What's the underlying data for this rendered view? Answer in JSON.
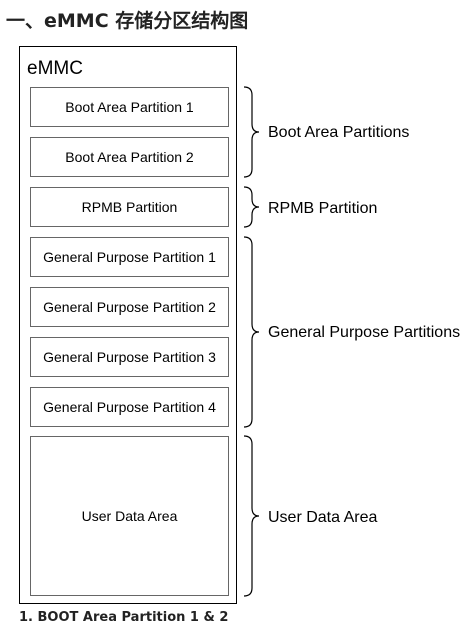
{
  "heading": "一、eMMC 存储分区结构图",
  "diagram": {
    "container_label": "eMMC",
    "partitions": [
      "Boot Area Partition 1",
      "Boot Area Partition 2",
      "RPMB Partition",
      "General Purpose Partition 1",
      "General Purpose Partition 2",
      "General Purpose Partition 3",
      "General Purpose Partition 4",
      "User Data Area"
    ],
    "groups": [
      "Boot Area Partitions",
      "RPMB Partition",
      "General Purpose Partitions",
      "User Data Area"
    ]
  },
  "footnote": "1. BOOT Area Partition 1 & 2"
}
